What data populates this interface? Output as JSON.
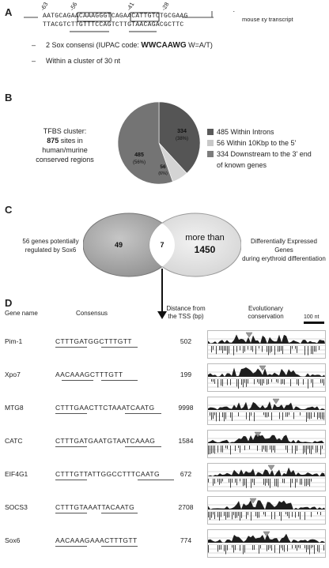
{
  "panel_a": {
    "letter": "A",
    "positions": [
      "-63",
      "-56",
      "-41",
      "-28"
    ],
    "seq_top": "AATGCAGAACAAAGGGTCAGAACATTGTCTGCGAAG",
    "seq_bottom": "TTACGTCTTGTTTCCAGTCTTGTAACAGACGCTTC",
    "transcript_label": "mouse εy transcript",
    "bullet1_prefix": "2 Sox consensi (IUPAC code: ",
    "bullet1_code": "WWCAAWG",
    "bullet1_suffix": "  W=A/T)",
    "bullet2": "Within a cluster of 30 nt"
  },
  "panel_b": {
    "letter": "B",
    "cluster_label_1": "TFBS cluster:",
    "cluster_count": "875",
    "cluster_label_2": "sites in",
    "cluster_label_3": "human/murine",
    "cluster_label_4": "conserved regions",
    "slice_labels": [
      {
        "value": "334",
        "pct": "(38%)"
      },
      {
        "value": "56",
        "pct": "(6%)"
      },
      {
        "value": "485",
        "pct": "(56%)"
      }
    ],
    "legend": [
      {
        "text": "485 Within Introns",
        "color": "#5a5a5a"
      },
      {
        "text": "56 Within 10Kbp to the 5'",
        "color": "#c8c8c8"
      },
      {
        "text": "334 Downstream to the 3' end",
        "color": "#7d7d7d"
      },
      {
        "text": "of known genes",
        "color": ""
      }
    ]
  },
  "chart_data": {
    "type": "pie",
    "values": [
      485,
      56,
      334
    ],
    "categories": [
      "Within Introns",
      "Within 10Kbp to the 5'",
      "Downstream to the 3' end of known genes"
    ],
    "colors": [
      "#747474",
      "#d4d4d4",
      "#555555"
    ]
  },
  "panel_c": {
    "letter": "C",
    "left_count": "49",
    "overlap_count": "7",
    "right_text": "more than",
    "right_count": "1450",
    "left_label_1": "56 genes potentially",
    "left_label_2": "regulated by Sox6",
    "right_label_1": "Differentially Expressed Genes",
    "right_label_2": "during erythroid differentiation"
  },
  "panel_d": {
    "letter": "D",
    "headers": {
      "gene": "Gene name",
      "consensus": "Consensus",
      "distance_1": "Distance from",
      "distance_2": "the TSS (bp)",
      "conservation_1": "Evolutionary",
      "conservation_2": "conservation",
      "scale": "100 nt"
    },
    "rows": [
      {
        "gene": "Pim-1",
        "consensus": "CTTTGATGGCTTTGTT",
        "distance": "502"
      },
      {
        "gene": "Xpo7",
        "consensus": "AACAAAGCTTTGTT",
        "distance": "199"
      },
      {
        "gene": "MTG8",
        "consensus": "CTTTGAACTTCTAAATCAATG",
        "distance": "9998"
      },
      {
        "gene": "CATC",
        "consensus": "CTTTGATGAATGTAATCAAAG",
        "distance": "1584"
      },
      {
        "gene": "EIF4G1",
        "consensus": "CTTTGTTATTGGCCTTTCAATG",
        "distance": "672"
      },
      {
        "gene": "SOCS3",
        "consensus": "CTTTGTAAATTACAATG",
        "distance": "2708"
      },
      {
        "gene": "Sox6",
        "consensus": "AACAAAGAAACTTTGTT",
        "distance": "774"
      }
    ]
  }
}
